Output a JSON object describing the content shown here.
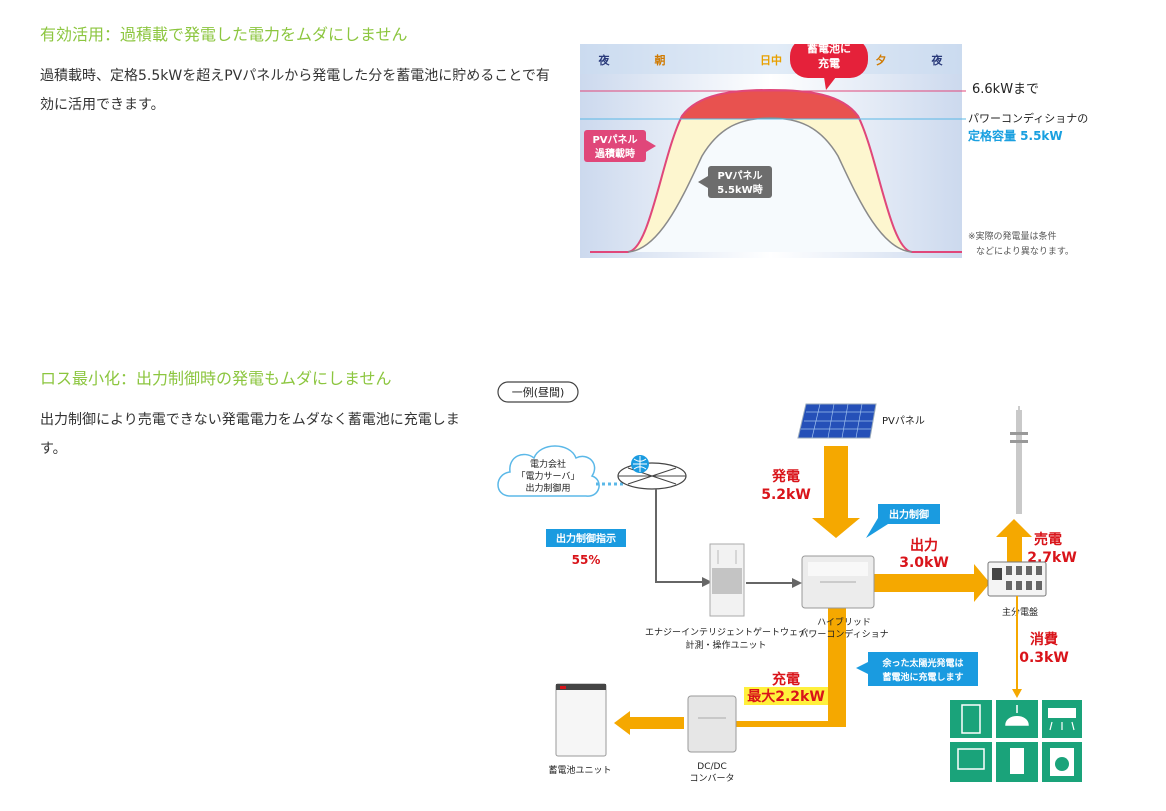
{
  "section1": {
    "heading": "有効活用：過積載で発電した電力をムダにしません",
    "text": "過積載時、定格5.5kWを超えPVパネルから発電した分を蓄電池に貯めることで有効に活用できます。"
  },
  "chart1": {
    "time_labels": [
      "夜",
      "朝",
      "日中",
      "夕",
      "夜"
    ],
    "bubble_line1": "蓄電池に",
    "bubble_line2": "充電",
    "max_label": "6.6kWまで",
    "rated_line1": "パワーコンディショナの",
    "rated_line2": "定格容量 5.5kW",
    "pv_over_line1": "PVパネル",
    "pv_over_line2": "過積載時",
    "pv_normal_line1": "PVパネル",
    "pv_normal_line2": "5.5kW時",
    "note_line1": "※実際の発電量は条件",
    "note_line2": "などにより異なります。",
    "colors": {
      "pink": "#e0477a",
      "red": "#e8524f",
      "cream": "#fdf6cf",
      "blue": "#1aa0e0"
    }
  },
  "section2": {
    "heading": "ロス最小化：出力制御時の発電もムダにしません",
    "text": "出力制御により売電できない発電電力をムダなく蓄電池に充電します。"
  },
  "diagram": {
    "example_label": "一例(昼間)",
    "pv_panel": "PVパネル",
    "cloud_line1": "電力会社",
    "cloud_line2": "「電力サーバ」",
    "cloud_line3": "出力制御用",
    "instruction_label": "出力制御指示",
    "instruction_value": "55%",
    "gen_label": "発電",
    "gen_value": "5.2kW",
    "control_tag": "出力制御",
    "output_label": "出力",
    "output_value": "3.0kW",
    "sell_label": "売電",
    "sell_value": "2.7kW",
    "gateway_line1": "エナジーインテリジェントゲートウェイ",
    "gateway_line2": "計測・操作ユニット",
    "pcs_line1": "ハイブリッド",
    "pcs_line2": "パワーコンディショナ",
    "breaker_label": "主分電盤",
    "consume_label": "消費",
    "consume_value": "0.3kW",
    "surplus_line1": "余った太陽光発電は",
    "surplus_line2": "蓄電池に充電します",
    "charge_label": "充電",
    "charge_value": "最大2.2kW",
    "dcdc_line1": "DC/DC",
    "dcdc_line2": "コンバータ",
    "battery_label": "蓄電池ユニット",
    "colors": {
      "arrow": "#f5a800",
      "label_red": "#d9141a",
      "tag_blue": "#1a9be0",
      "appliance_green": "#1aa37a"
    }
  }
}
